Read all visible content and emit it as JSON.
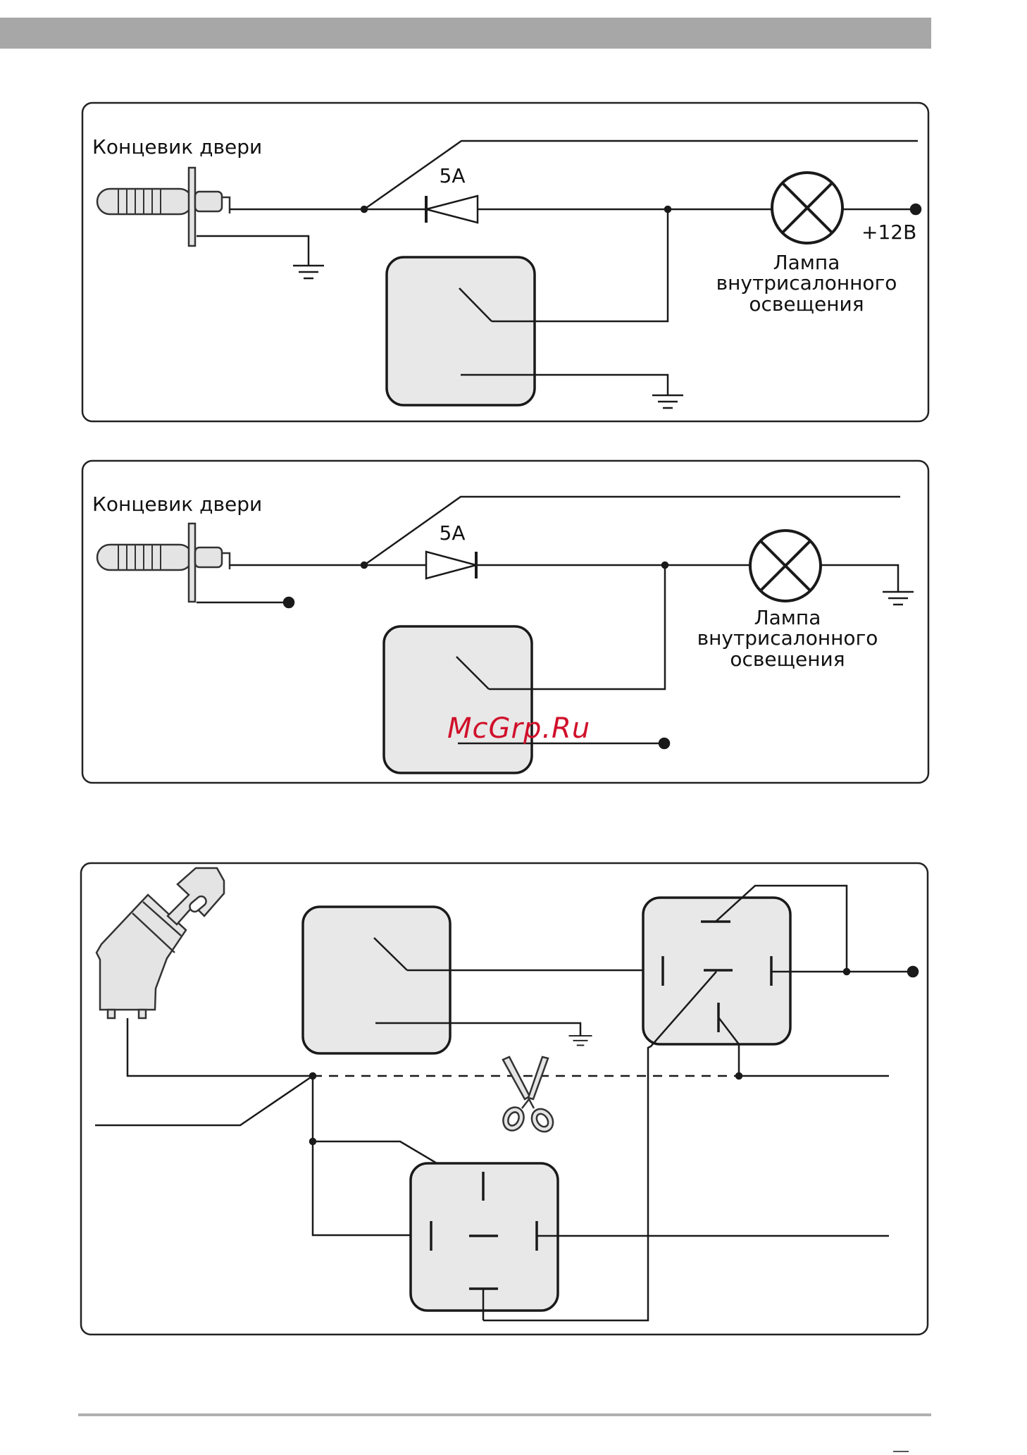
{
  "colors": {
    "header_bar": "#a7a7a7",
    "relay_fill": "#e8e8e8",
    "wire": "#1a1a1a",
    "watermark": "#d0102a",
    "footer_rule": "#b0b0b0"
  },
  "diagram1": {
    "switch_label": "Концевик двери",
    "fuse_label": "5A",
    "supply_label": "+12В",
    "lamp_label": [
      "Лампа",
      "внутрисалонного",
      "освещения"
    ]
  },
  "diagram2": {
    "switch_label": "Концевик двери",
    "fuse_label": "5A",
    "lamp_label": [
      "Лампа",
      "внутрисалонного",
      "освещения"
    ]
  },
  "watermark": "McGrp.Ru",
  "icons": [
    "door-switch-icon",
    "diode-icon",
    "lamp-icon",
    "ground-icon",
    "relay-icon",
    "ignition-key-icon",
    "scissors-icon"
  ]
}
